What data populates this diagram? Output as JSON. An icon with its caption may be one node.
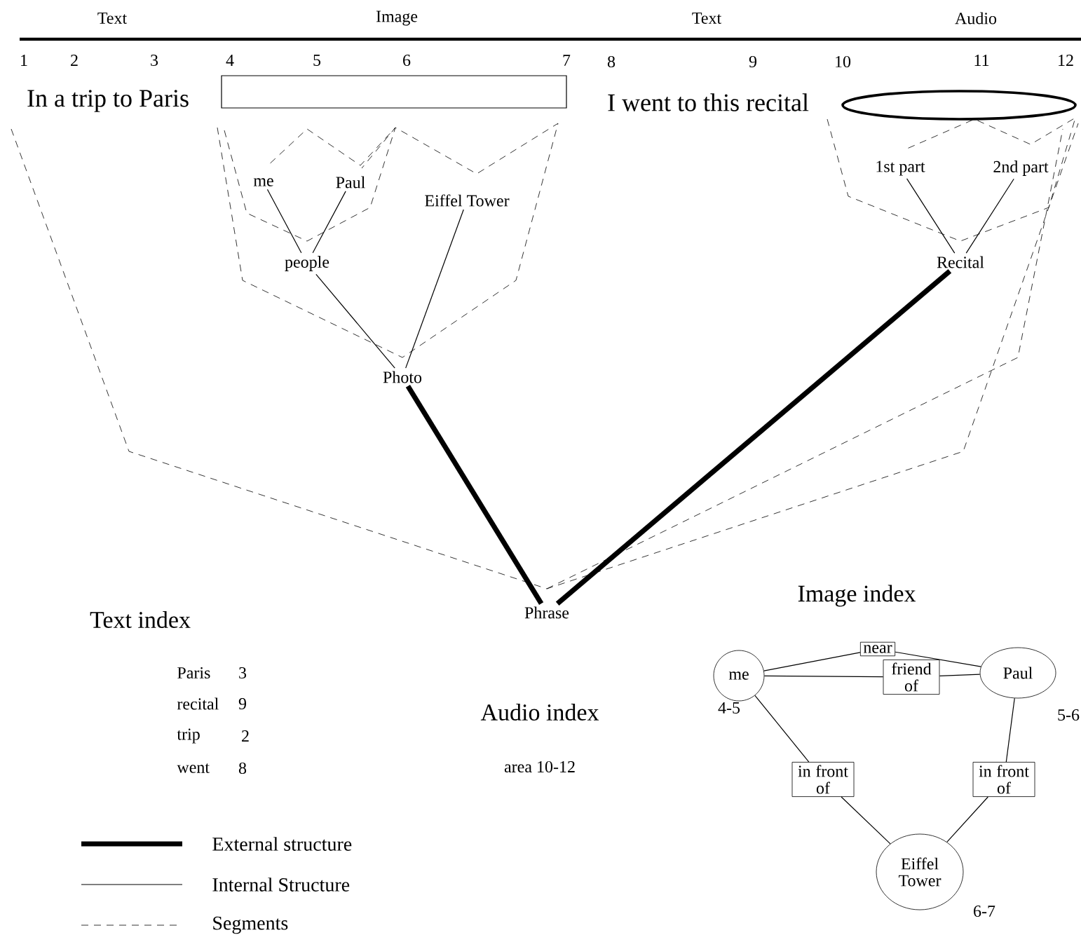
{
  "diagram": {
    "nodes": [
      {
        "text": [
          "In a trip to Paris"
        ]
      },
      {
        "text": [],
        "shape": "box"
      },
      {
        "text": [
          "I went to this recital"
        ]
      },
      {
        "text": [],
        "shape": "ellipse"
      },
      {
        "text": [
          "me"
        ]
      },
      {
        "text": [
          "Paul"
        ]
      },
      {
        "text": [
          "Eiffel Tower"
        ]
      },
      {
        "text": [
          "people"
        ]
      },
      {
        "text": [
          "Photo"
        ]
      },
      {
        "text": [
          "1st part"
        ]
      },
      {
        "text": [
          "2nd part"
        ]
      },
      {
        "text": [
          "Recital"
        ]
      },
      {
        "text": [
          "Phrase"
        ]
      },
      {
        "text": [
          "me"
        ],
        "beside": [
          "4-5"
        ]
      },
      {
        "text": [
          "near"
        ]
      },
      {
        "text": [
          "friend of"
        ]
      },
      {
        "text": [
          "Paul"
        ],
        "beside": [
          "5-6"
        ]
      },
      {
        "text": [
          "in front of"
        ]
      },
      {
        "text": [
          "in front of"
        ]
      },
      {
        "text": [
          "Eiffel Tower"
        ],
        "beside": [
          "6-7"
        ]
      }
    ],
    "edges": [
      {
        "from": 4,
        "to": 7,
        "arrow": "none"
      },
      {
        "from": 5,
        "to": 7,
        "arrow": "none"
      },
      {
        "from": 7,
        "to": 8,
        "arrow": "none"
      },
      {
        "from": 6,
        "to": 8,
        "arrow": "none"
      },
      {
        "from": 9,
        "to": 11,
        "arrow": "none"
      },
      {
        "from": 10,
        "to": 11,
        "arrow": "none"
      },
      {
        "from": 8,
        "to": 12,
        "arrow": "none",
        "style": "thick"
      },
      {
        "from": 11,
        "to": 12,
        "arrow": "none",
        "style": "thick"
      },
      {
        "from": 13,
        "to": 14,
        "arrow": "none"
      },
      {
        "from": 14,
        "to": 16,
        "arrow": "none"
      },
      {
        "from": 13,
        "to": 15,
        "arrow": "none"
      },
      {
        "from": 15,
        "to": 16,
        "arrow": "none"
      },
      {
        "from": 13,
        "to": 17,
        "arrow": "none"
      },
      {
        "from": 17,
        "to": 19,
        "arrow": "none"
      },
      {
        "from": 16,
        "to": 18,
        "arrow": "none"
      },
      {
        "from": 18,
        "to": 19,
        "arrow": "none"
      }
    ],
    "labels": [
      "Text",
      "Image",
      "Text",
      "Audio",
      "1",
      "2",
      "3",
      "4",
      "5",
      "6",
      "7",
      "8",
      "9",
      "10",
      "11",
      "12",
      "Text index",
      "Paris",
      "3",
      "recital",
      "9",
      "trip",
      "2",
      "went",
      "8",
      "Image index",
      "Audio index",
      "area 10-12"
    ],
    "legend": [
      {
        "text": "External structure"
      },
      {
        "text": "Internal Structure"
      },
      {
        "text": "Segments"
      }
    ]
  }
}
